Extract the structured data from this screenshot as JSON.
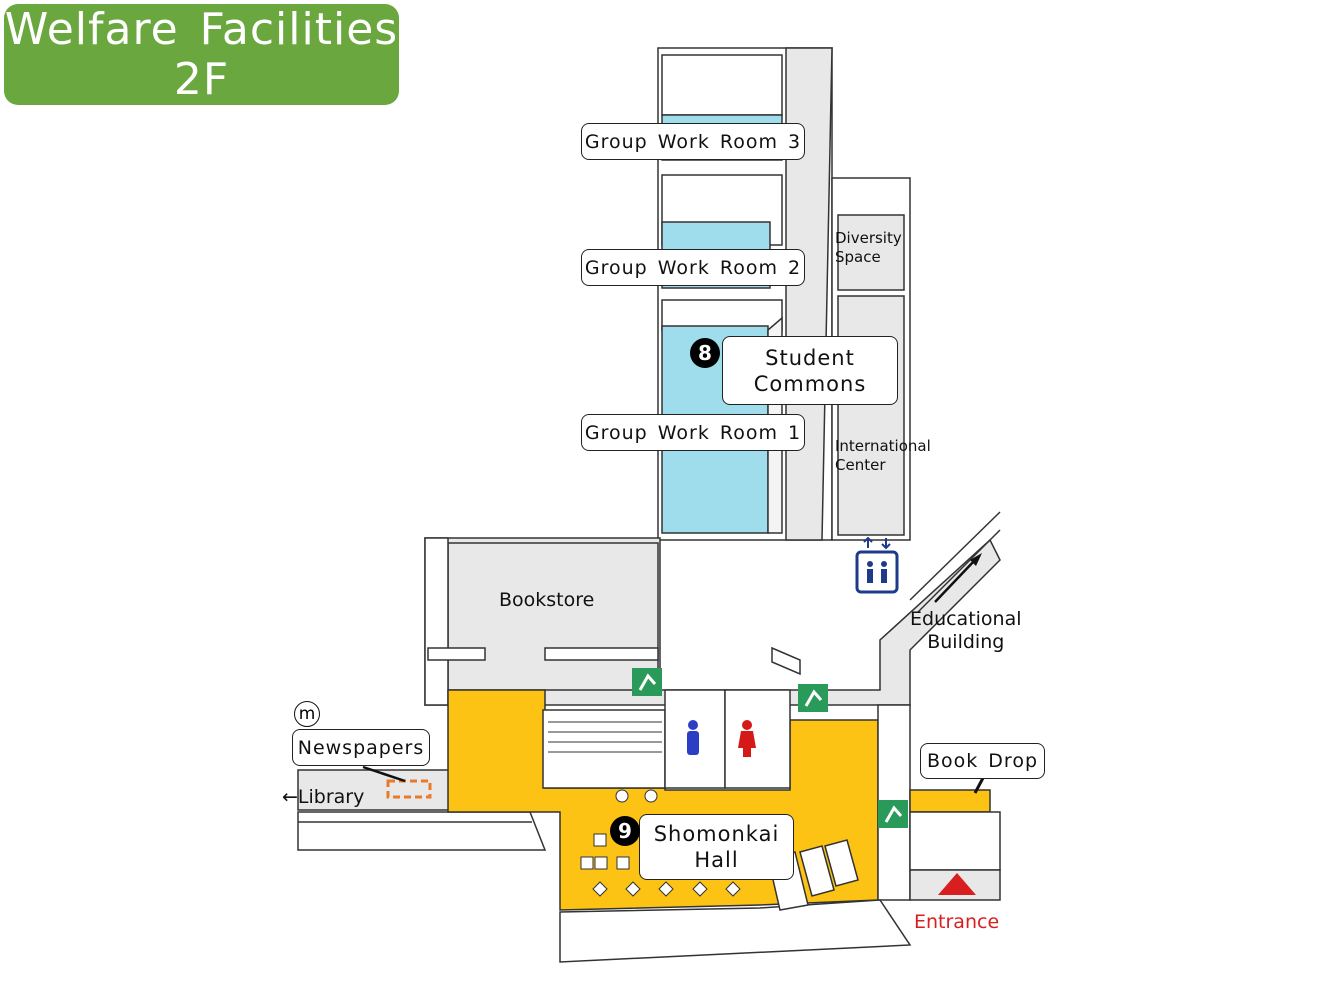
{
  "title": {
    "line1": "Welfare Facilities",
    "line2": "2F"
  },
  "callouts": {
    "gwr3": "Group Work Room 3",
    "gwr2": "Group Work Room 2",
    "gwr1": "Group Work Room 1",
    "student_commons_line1": "Student",
    "student_commons_line2": "Commons",
    "shomonkai_line1": "Shomonkai",
    "shomonkai_line2": "Hall",
    "newspapers": "Newspapers",
    "book_drop": "Book Drop"
  },
  "labels": {
    "diversity_line1": "Diversity",
    "diversity_line2": "Space",
    "international_line1": "International",
    "international_line2": "Center",
    "bookstore": "Bookstore",
    "educational_line1": "Educational",
    "educational_line2": "Building",
    "library": "←Library",
    "entrance": "Entrance"
  },
  "markers": {
    "student_commons_num": "8",
    "shomonkai_num": "9",
    "newspapers_symbol": "m"
  },
  "icons": [
    "elevator-icon",
    "emergency-exit-icon",
    "male-restroom-icon",
    "female-restroom-icon",
    "entrance-triangle-icon"
  ],
  "colors": {
    "title_bg": "#6aa83f",
    "group_room": "#9fdcec",
    "hall": "#fcc214",
    "corridor": "#e8e8e8",
    "exit_sign": "#2a9a5a",
    "entrance": "#d81e1e",
    "elevator": "#1f3a8a",
    "newspaper_box": "#e87a2a"
  }
}
